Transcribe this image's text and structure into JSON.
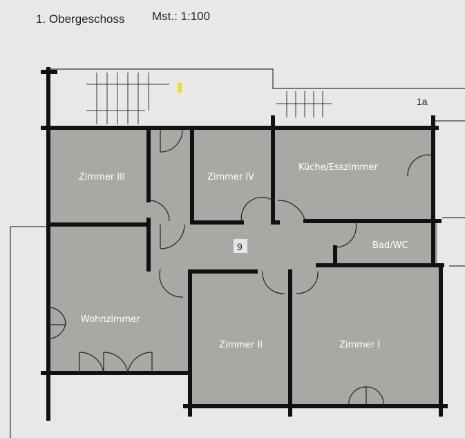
{
  "header": {
    "title": "1. Obergeschoss",
    "scale": "Mst.: 1:100"
  },
  "plan": {
    "rooms": [
      {
        "id": "zimmer-iii",
        "label": "Zimmer III"
      },
      {
        "id": "zimmer-iv",
        "label": "Zimmer IV"
      },
      {
        "id": "kueche",
        "label": "Küche/Esszimmer"
      },
      {
        "id": "bad",
        "label": "Bad/WC"
      },
      {
        "id": "wohnzimmer",
        "label": "Wohnzimmer"
      },
      {
        "id": "zimmer-ii",
        "label": "Zimmer II"
      },
      {
        "id": "zimmer-i",
        "label": "Zimmer I"
      }
    ],
    "hall_number": "9",
    "area_marker": "1a"
  },
  "colors": {
    "room": "#a9a8a5",
    "wall": "#111111",
    "paper": "#e8e8e6",
    "marker": "#e8e020"
  }
}
